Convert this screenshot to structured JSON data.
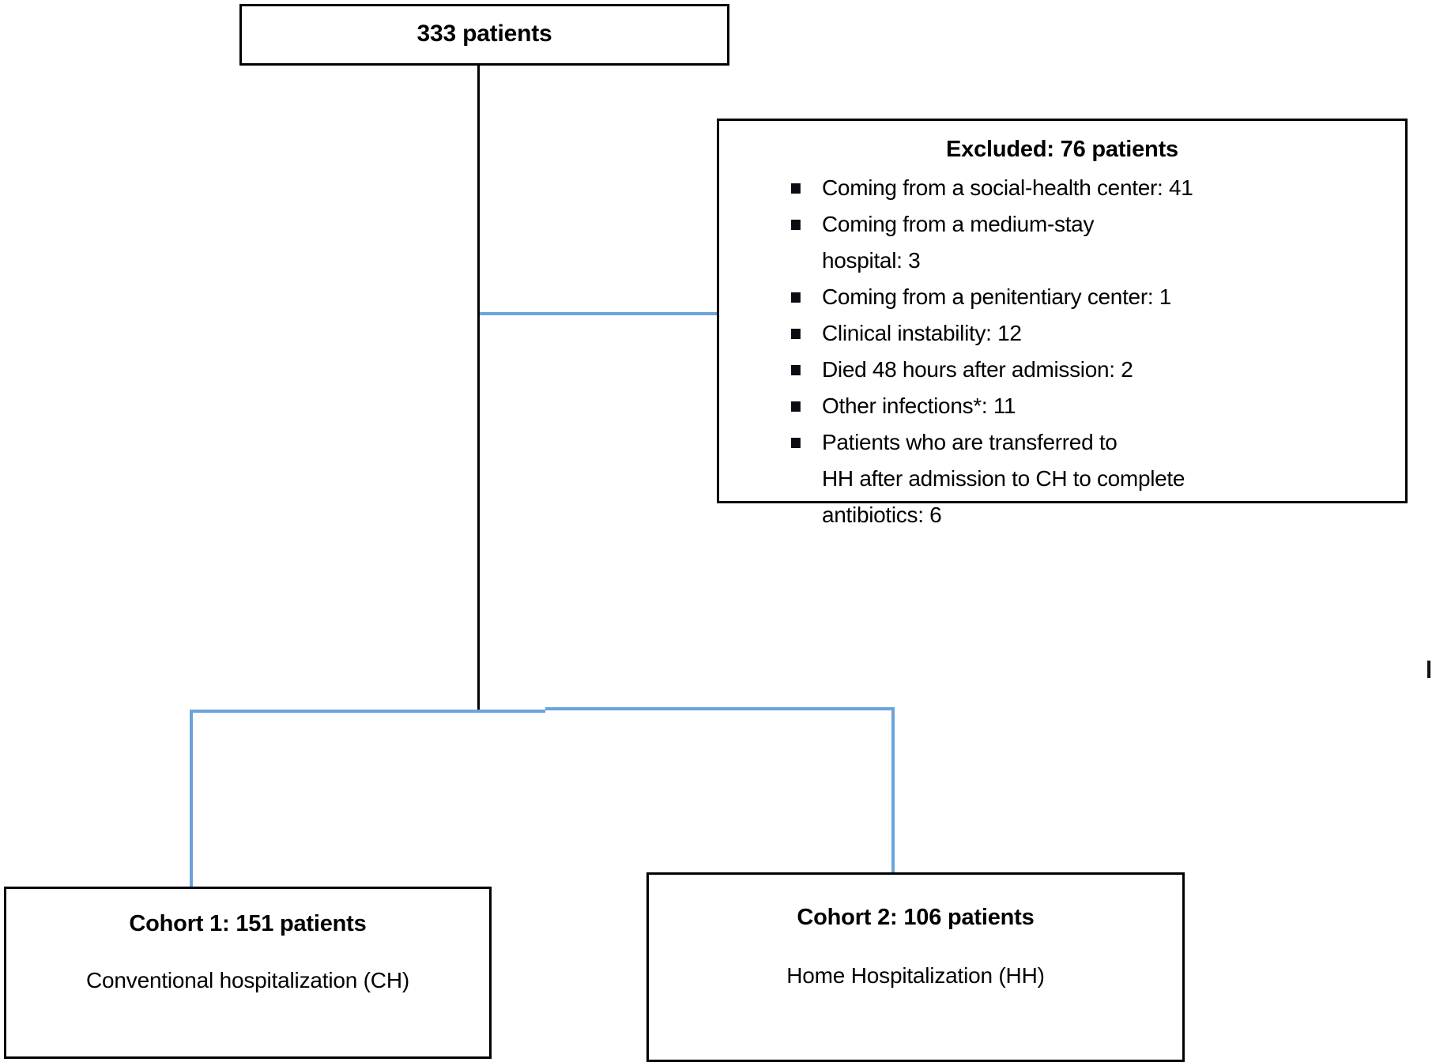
{
  "diagram": {
    "type": "flowchart",
    "title": "Patient enrollment flow diagram",
    "colors": {
      "box_border": "#000000",
      "connector_black": "#000000",
      "connector_blue": "#6ba3db",
      "background": "#ffffff",
      "text": "#000000"
    },
    "total_box": {
      "label": "333 patients"
    },
    "excluded_box": {
      "title": "Excluded: 76 patients",
      "items": [
        {
          "text": "Coming from a social-health center: 41",
          "continuation": ""
        },
        {
          "text": "Coming from a medium-stay",
          "continuation": "hospital: 3"
        },
        {
          "text": "Coming from a penitentiary center: 1",
          "continuation": ""
        },
        {
          "text": "Clinical instability: 12",
          "continuation": ""
        },
        {
          "text": "Died 48 hours after admission: 2",
          "continuation": ""
        },
        {
          "text": "Other infections*: 11",
          "continuation": ""
        },
        {
          "text": "Patients who are transferred to",
          "continuation": "HH after admission to CH to complete"
        },
        {
          "text": "",
          "continuation": "antibiotics: 6"
        }
      ]
    },
    "cohort1": {
      "title": "Cohort 1: 151 patients",
      "subtitle": "Conventional hospitalization (CH)"
    },
    "cohort2": {
      "title": "Cohort 2: 106 patients",
      "subtitle": "Home Hospitalization (HH)"
    }
  },
  "chart_data": {
    "type": "flowchart",
    "title": "Patient enrollment flow diagram",
    "nodes": [
      {
        "id": "total",
        "label": "333 patients",
        "value": 333
      },
      {
        "id": "excluded",
        "label": "Excluded: 76 patients",
        "value": 76
      },
      {
        "id": "cohort1",
        "label": "Cohort 1: 151 patients",
        "value": 151
      },
      {
        "id": "cohort2",
        "label": "Cohort 2: 106 patients",
        "value": 106
      }
    ],
    "exclusion_breakdown": [
      {
        "reason": "Coming from a social-health center",
        "count": 41
      },
      {
        "reason": "Coming from a medium-stay hospital",
        "count": 3
      },
      {
        "reason": "Coming from a penitentiary center",
        "count": 1
      },
      {
        "reason": "Clinical instability",
        "count": 12
      },
      {
        "reason": "Died 48 hours after admission",
        "count": 2
      },
      {
        "reason": "Other infections*",
        "count": 11
      },
      {
        "reason": "Patients who are transferred to HH after admission to CH to complete antibiotics",
        "count": 6
      }
    ],
    "edges": [
      {
        "from": "total",
        "to": "excluded"
      },
      {
        "from": "total",
        "to": "cohort1"
      },
      {
        "from": "total",
        "to": "cohort2"
      }
    ]
  }
}
